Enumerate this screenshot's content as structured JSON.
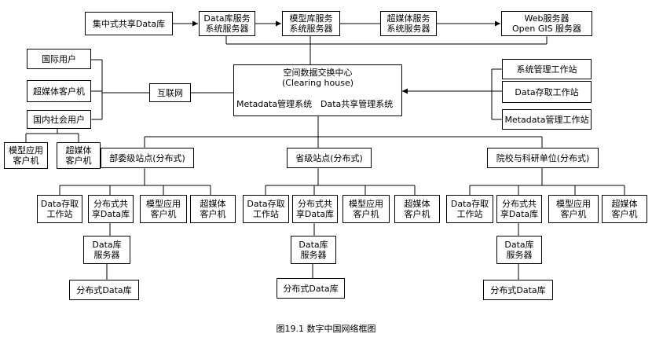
{
  "nodes": {
    "central_db": "集中式共享Data库",
    "data_db_server": [
      "Data库服务",
      "系统服务器"
    ],
    "model_db_server": [
      "模型库服务",
      "系统服务器"
    ],
    "hypermedia_server": [
      "超媒体服务",
      "系统服务器"
    ],
    "web_server": [
      "Web服务器",
      "Open GIS 服务器"
    ],
    "intl_user": "国际用户",
    "hyper_client": "超媒体客户机",
    "domestic_user": "国内社会用户",
    "model_client": [
      "模型应用",
      "客户机"
    ],
    "hyper_client2": [
      "超媒体",
      "客户机"
    ],
    "internet": "互联网",
    "clearing_title": "空间数据交换中心",
    "clearing_sub": "(Clearing house)",
    "metadata_mgmt": "Metadata管理系统",
    "data_share_mgmt": "Data共享管理系统",
    "sys_admin_ws": "系统管理工作站",
    "data_access_ws": "Data存取工作站",
    "metadata_ws": "Metadata管理工作站",
    "ministry": "部委级站点(分布式)",
    "province": "省级站点(分布式)",
    "academic": "院校与科研单位(分布式)",
    "site_children": {
      "data_access": [
        "Data存取",
        "工作站"
      ],
      "dist_share": [
        "分布式共",
        "享Data库"
      ],
      "model_app": [
        "模型应用",
        "客户机"
      ],
      "hyper": [
        "超媒体",
        "客户机"
      ]
    },
    "db_server": [
      "Data库",
      "服务器"
    ],
    "dist_db": "分布式Data库"
  },
  "caption": "图19.1  数字中国网络框图"
}
